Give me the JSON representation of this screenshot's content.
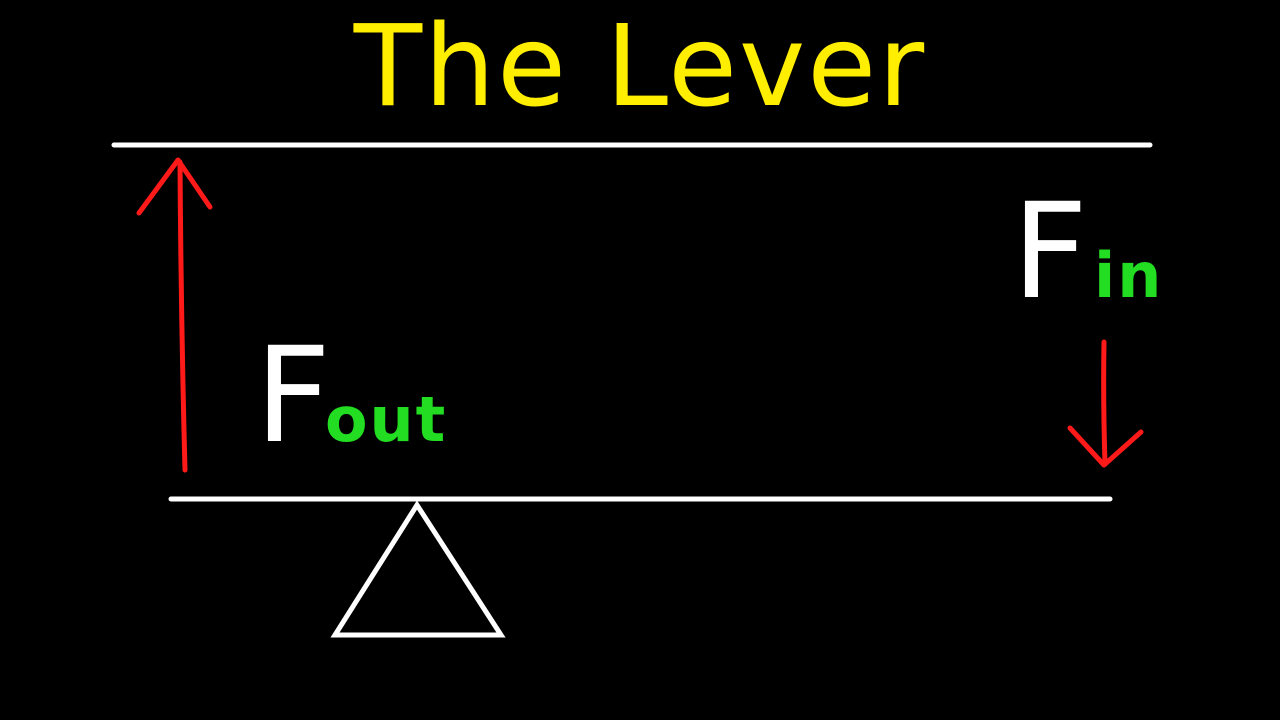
{
  "title": "The Lever",
  "labels": {
    "output_force": {
      "main": "F",
      "sub": "out"
    },
    "input_force": {
      "main": "F",
      "sub": "in"
    }
  },
  "colors": {
    "background": "#000000",
    "title": "#ffee00",
    "line": "#ffffff",
    "arrow": "#ff1a1a",
    "subscript": "#22dd22",
    "fulcrum": "#ffffff"
  },
  "icons": {
    "fulcrum": "triangle-outline",
    "output_arrow": "arrow-up",
    "input_arrow": "arrow-down"
  }
}
